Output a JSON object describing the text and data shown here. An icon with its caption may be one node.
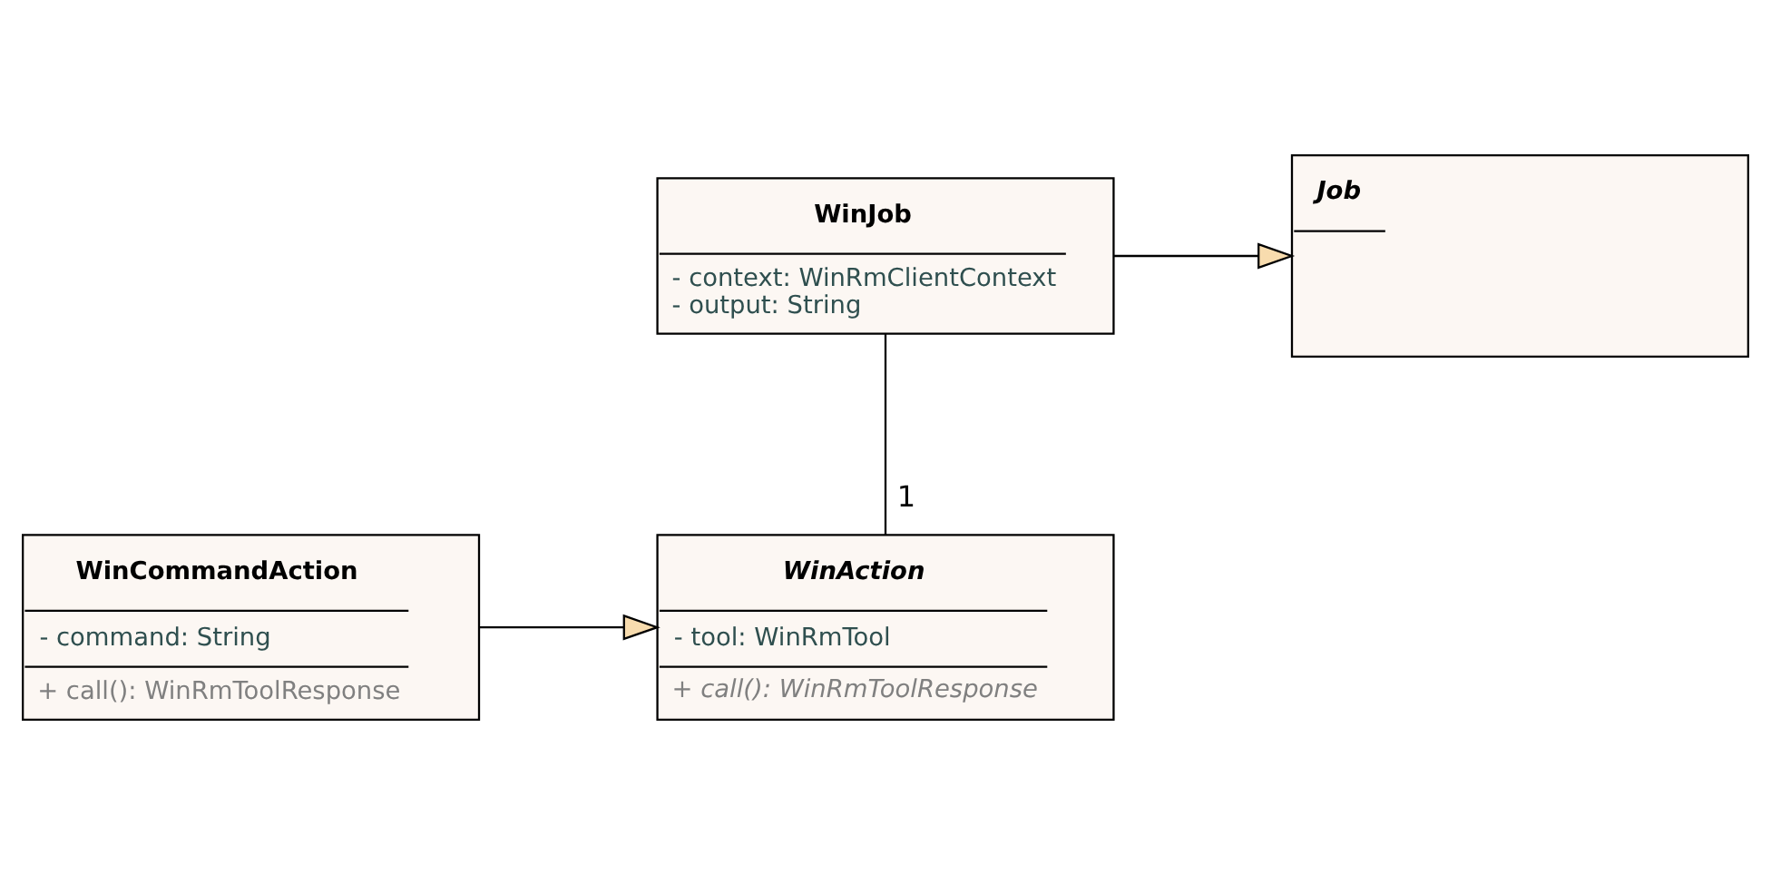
{
  "diagram": {
    "nodes": [
      {
        "text": [
          "WinJob",
          "- context: WinRmClientContext",
          "- output: String"
        ]
      },
      {
        "text": [
          "Job"
        ]
      },
      {
        "text": [
          "WinAction",
          "- tool: WinRmTool",
          "+ call(): WinRmToolResponse"
        ]
      },
      {
        "text": [
          "WinCommandAction",
          "- command: String",
          "+ call(): WinRmToolResponse"
        ]
      }
    ],
    "edges": [
      {
        "from": 0,
        "to": 1,
        "arrow": "to"
      },
      {
        "from": 0,
        "to": 2,
        "arrow": "none",
        "label": "1"
      },
      {
        "from": 3,
        "to": 2,
        "arrow": "to"
      }
    ]
  }
}
